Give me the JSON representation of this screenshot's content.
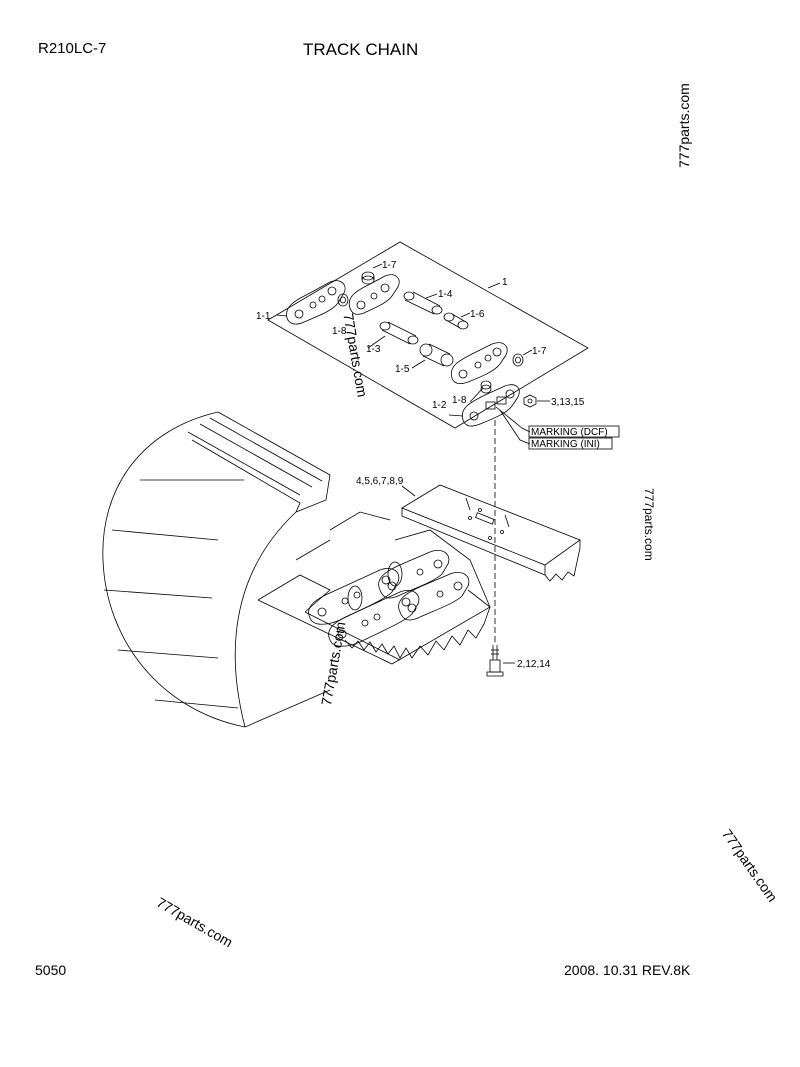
{
  "header": {
    "model": "R210LC-7",
    "title": "TRACK CHAIN"
  },
  "footer": {
    "page_number": "5050",
    "date_rev": "2008. 10.31  REV.8K"
  },
  "watermark": "777parts.com",
  "labels": {
    "assy": "1",
    "p1_1": "1-1",
    "p1_2": "1-2",
    "p1_3": "1-3",
    "p1_4": "1-4",
    "p1_5": "1-5",
    "p1_6": "1-6",
    "p1_7a": "1-7",
    "p1_7b": "1-7",
    "p1_8a": "1-8",
    "p1_8b": "1-8",
    "nut": "3,13,15",
    "shoe": "4,5,6,7,8,9",
    "bolt": "2,12,14",
    "marking_dcf": "MARKING (DCF)",
    "marking_ini": "MARKING (INI)"
  }
}
